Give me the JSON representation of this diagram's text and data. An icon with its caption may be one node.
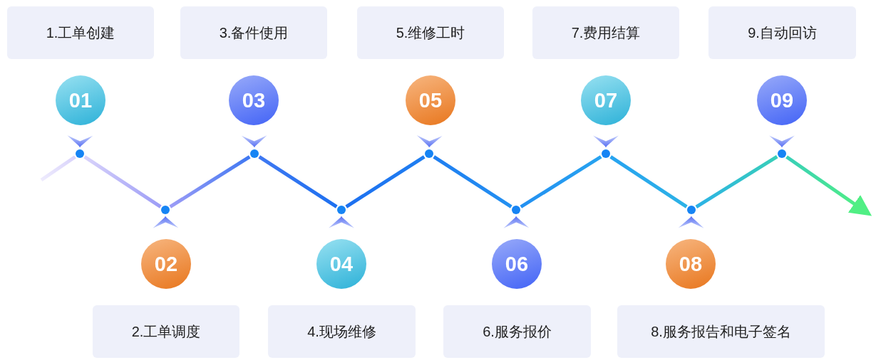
{
  "diagram": {
    "nodes": [
      {
        "text": [
          "1.工单创建"
        ]
      },
      {
        "text": [
          "01"
        ]
      },
      {
        "text": [],
        "shape": "circle"
      },
      {
        "text": [
          "2.工单调度"
        ]
      },
      {
        "text": [
          "02"
        ]
      },
      {
        "text": [],
        "shape": "circle"
      },
      {
        "text": [
          "3.备件使用"
        ]
      },
      {
        "text": [
          "03"
        ]
      },
      {
        "text": [],
        "shape": "circle"
      },
      {
        "text": [
          "4.现场维修"
        ]
      },
      {
        "text": [
          "04"
        ]
      },
      {
        "text": [],
        "shape": "circle"
      },
      {
        "text": [
          "5.维修工时"
        ]
      },
      {
        "text": [
          "05"
        ]
      },
      {
        "text": [],
        "shape": "circle"
      },
      {
        "text": [
          "6.服务报价"
        ]
      },
      {
        "text": [
          "06"
        ]
      },
      {
        "text": [],
        "shape": "circle"
      },
      {
        "text": [
          "7.费用结算"
        ]
      },
      {
        "text": [
          "07"
        ]
      },
      {
        "text": [],
        "shape": "circle"
      },
      {
        "text": [
          "8.服务报告和电子签名"
        ]
      },
      {
        "text": [
          "08"
        ]
      },
      {
        "text": [],
        "shape": "circle"
      },
      {
        "text": [
          "9.自动回访"
        ]
      },
      {
        "text": [
          "09"
        ]
      },
      {
        "text": [],
        "shape": "circle"
      }
    ],
    "edges": [
      {
        "from": null,
        "to": 2,
        "arrow": "none",
        "color": "#d9d3fb"
      },
      {
        "from": 2,
        "to": 5,
        "arrow": "none",
        "color": "#9c9cf6"
      },
      {
        "from": 5,
        "to": 8,
        "arrow": "none",
        "color": "#3f78f2"
      },
      {
        "from": 8,
        "to": 11,
        "arrow": "none",
        "color": "#1d70f0"
      },
      {
        "from": 11,
        "to": 14,
        "arrow": "none",
        "color": "#1f7ef1"
      },
      {
        "from": 14,
        "to": 17,
        "arrow": "none",
        "color": "#2390f1"
      },
      {
        "from": 17,
        "to": 20,
        "arrow": "none",
        "color": "#27a3f0"
      },
      {
        "from": 20,
        "to": 23,
        "arrow": "none",
        "color": "#2cb2e6"
      },
      {
        "from": 23,
        "to": 26,
        "arrow": "none",
        "color": "#38cfb8"
      },
      {
        "from": 26,
        "to": null,
        "arrow": "to",
        "color": "#50ef84"
      },
      {
        "from": 1,
        "to": 2,
        "arrow": "to"
      },
      {
        "from": 4,
        "to": 5,
        "arrow": "to"
      },
      {
        "from": 7,
        "to": 8,
        "arrow": "to"
      },
      {
        "from": 10,
        "to": 11,
        "arrow": "to"
      },
      {
        "from": 13,
        "to": 14,
        "arrow": "to"
      },
      {
        "from": 16,
        "to": 17,
        "arrow": "to"
      },
      {
        "from": 19,
        "to": 20,
        "arrow": "to"
      },
      {
        "from": 22,
        "to": 23,
        "arrow": "to"
      },
      {
        "from": 25,
        "to": 26,
        "arrow": "to"
      }
    ]
  }
}
